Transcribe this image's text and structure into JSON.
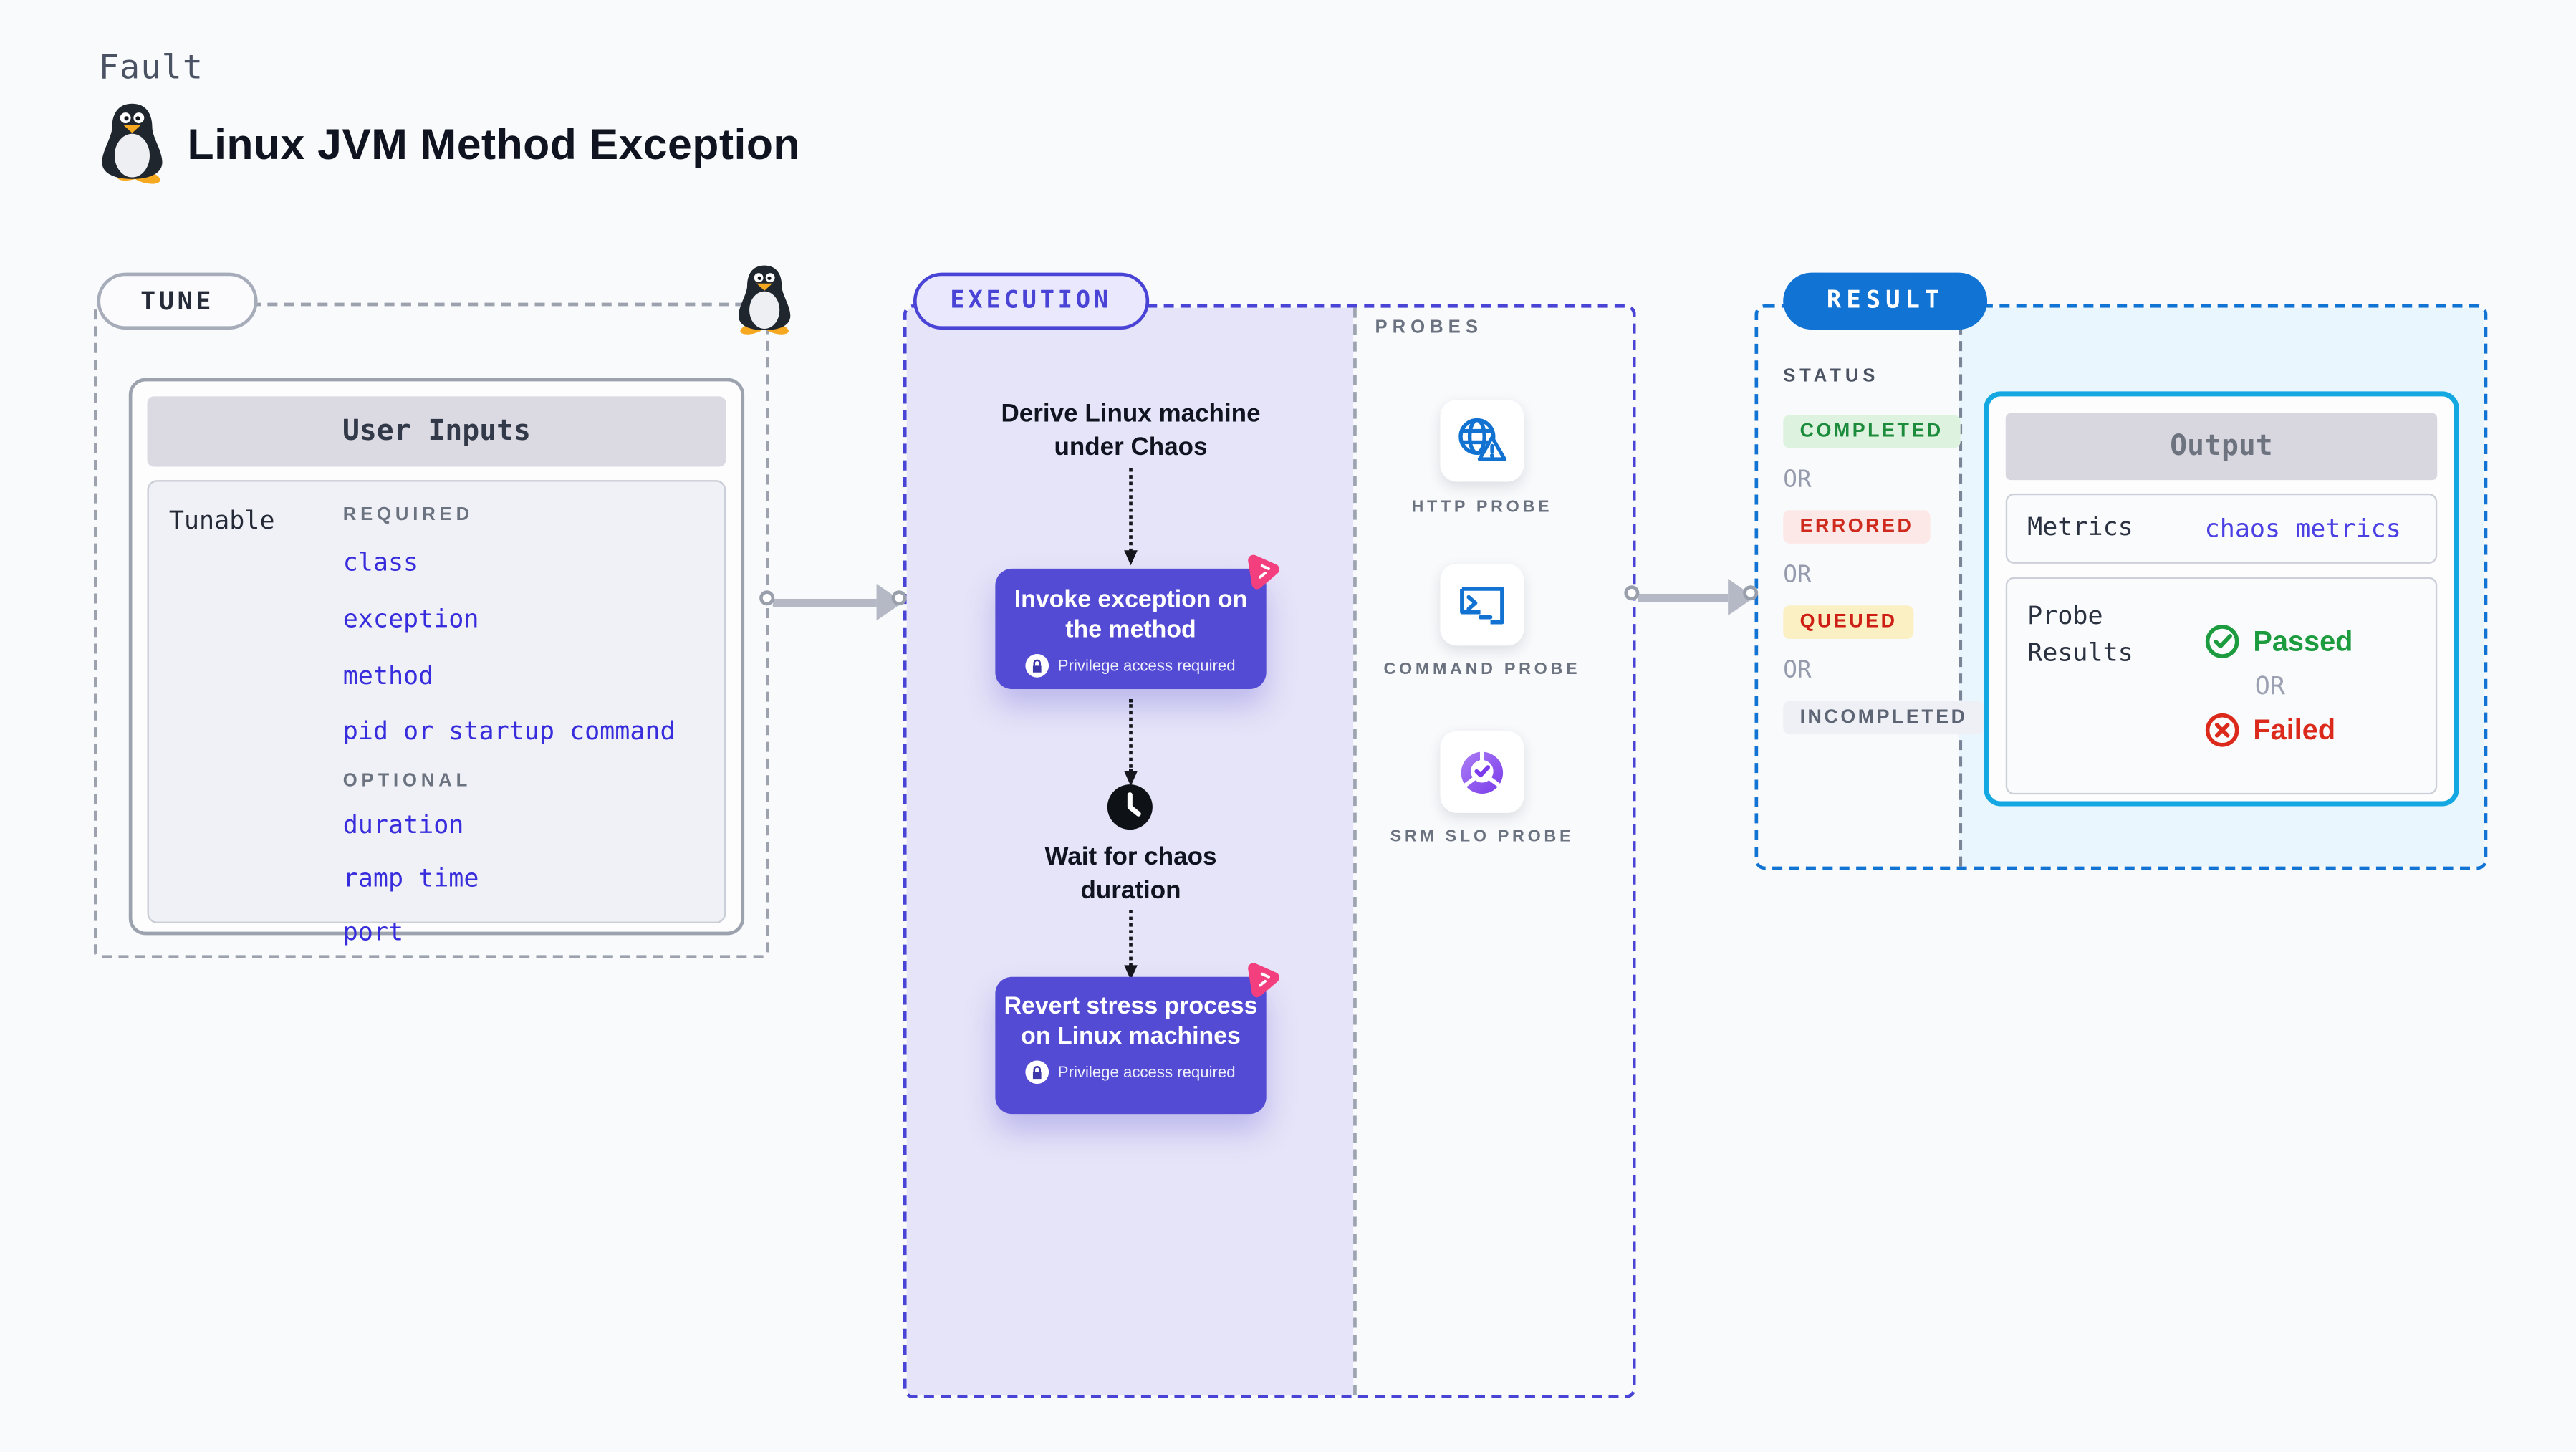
{
  "page": {
    "eyebrow": "Fault",
    "title": "Linux JVM Method Exception"
  },
  "tune": {
    "badge": "TUNE",
    "user_inputs": {
      "header": "User Inputs",
      "row_label": "Tunable",
      "required_label": "REQUIRED",
      "required_items": [
        "class",
        "exception",
        "method",
        "pid or startup command"
      ],
      "optional_label": "OPTIONAL",
      "optional_items": [
        "duration",
        "ramp time",
        "port"
      ]
    }
  },
  "execution": {
    "badge": "EXECUTION",
    "step_derive": "Derive Linux machine under Chaos",
    "step_invoke": "Invoke exception on the method",
    "step_wait": "Wait for chaos duration",
    "step_revert": "Revert stress process on Linux machines",
    "privilege_note": "Privilege access required"
  },
  "probes": {
    "label": "PROBES",
    "items": [
      {
        "label": "HTTP PROBE",
        "icon": "globe-warning-icon"
      },
      {
        "label": "COMMAND PROBE",
        "icon": "terminal-icon"
      },
      {
        "label": "SRM SLO PROBE",
        "icon": "slo-pie-check-icon"
      }
    ]
  },
  "result": {
    "badge": "RESULT",
    "status_label": "STATUS",
    "or": "OR",
    "statuses": [
      {
        "label": "COMPLETED"
      },
      {
        "label": "ERRORED"
      },
      {
        "label": "QUEUED"
      },
      {
        "label": "INCOMPLETED"
      }
    ],
    "output": {
      "header": "Output",
      "metrics_label": "Metrics",
      "metrics_value": "chaos metrics",
      "probe_results_label": "Probe Results",
      "passed": "Passed",
      "or": "OR",
      "failed": "Failed"
    }
  },
  "colors": {
    "accent_purple": "#544BD5",
    "accent_blue": "#1173D3",
    "accent_cyan": "#14A8E2",
    "link_blue": "#382DDC",
    "pink": "#F43F7F",
    "green": "#1C8C3C",
    "red": "#CE2A1E",
    "lavender": "#E6E4F8",
    "light_blue": "#E9F6FD"
  }
}
